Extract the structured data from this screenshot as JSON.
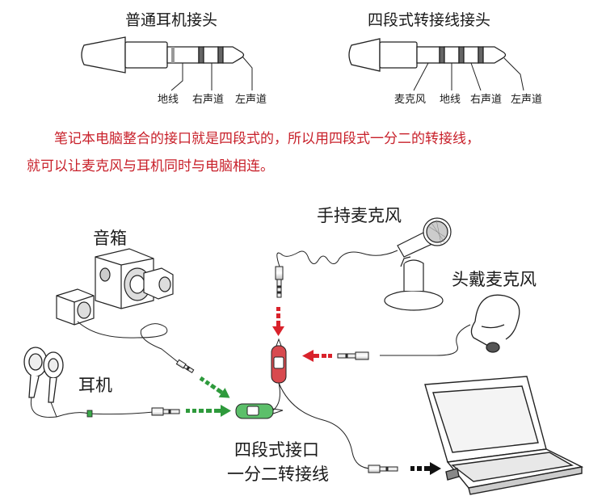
{
  "plug_diagrams": {
    "standard": {
      "title": "普通耳机接头",
      "labels": [
        "地线",
        "右声道",
        "左声道"
      ]
    },
    "four_pole": {
      "title": "四段式转接线接头",
      "labels": [
        "麦克风",
        "地线",
        "右声道",
        "左声道"
      ]
    }
  },
  "description": {
    "line1": "笔记本电脑整合的接口就是四段式的，所以用四段式一分二的转接线，",
    "line2": "就可以让麦克风与耳机同时与电脑相连。"
  },
  "devices": {
    "speaker": "音箱",
    "earphone": "耳机",
    "handheld_mic": "手持麦克风",
    "headset_mic": "头戴麦克风",
    "splitter_line1": "四段式接口",
    "splitter_line2": "一分二转接线"
  },
  "colors": {
    "text_red": "#c8202a",
    "arrow_red": "#d9222b",
    "arrow_green": "#2e9a3c",
    "arrow_black": "#111111",
    "splitter_red": "#d84a4f",
    "splitter_green": "#5cbf6a"
  }
}
